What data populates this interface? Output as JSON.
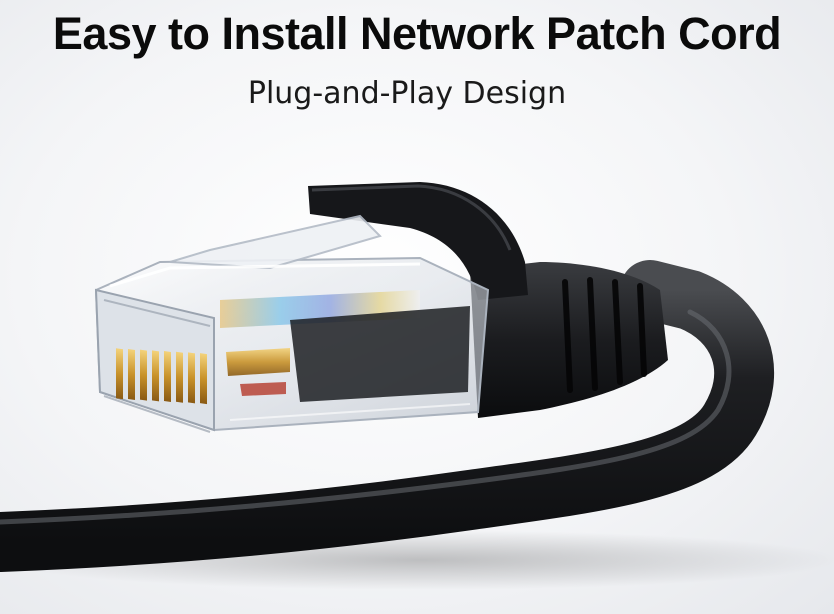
{
  "banner": {
    "title": "Easy to Install Network Patch Cord",
    "subtitle": "Plug-and-Play Design"
  },
  "image": {
    "subject": "rj45-ethernet-patch-cable-connector",
    "cable_color": "#1c1d1f",
    "contact_color": "#d6a63a",
    "background_color": "#f4f5f7"
  }
}
